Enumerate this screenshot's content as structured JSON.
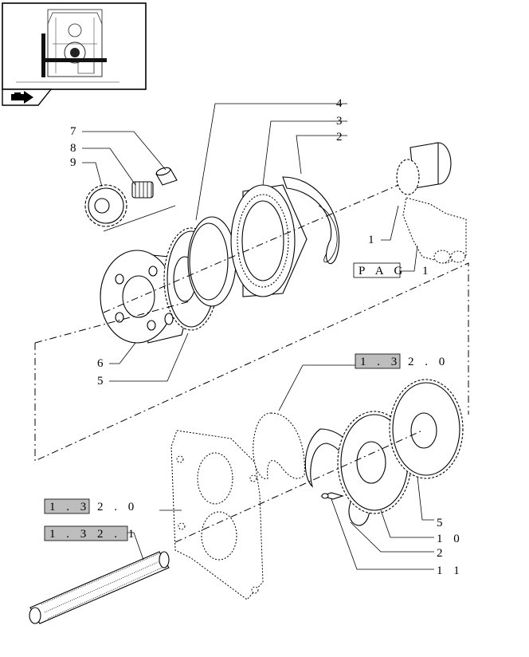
{
  "thumbnail": {
    "icon": "tractor-thumbnail-icon"
  },
  "nav": {
    "icon": "back-arrow-icon"
  },
  "part_labels": [
    "7",
    "8",
    "9",
    "4",
    "3",
    "2",
    "1",
    "6",
    "5",
    "5",
    "10",
    "2",
    "11"
  ],
  "references": [
    {
      "highlight": "1 . 3",
      "rest": " 2 . 0"
    },
    {
      "highlight": "1 . 3",
      "rest": " 2 . 0"
    },
    {
      "highlight": "1 . 3 2 . 1",
      "rest": ""
    }
  ],
  "page_ref": {
    "box": "P A G",
    "suffix": "1"
  },
  "colors": {
    "highlight": "#bdbdbd",
    "line": "#000000"
  }
}
